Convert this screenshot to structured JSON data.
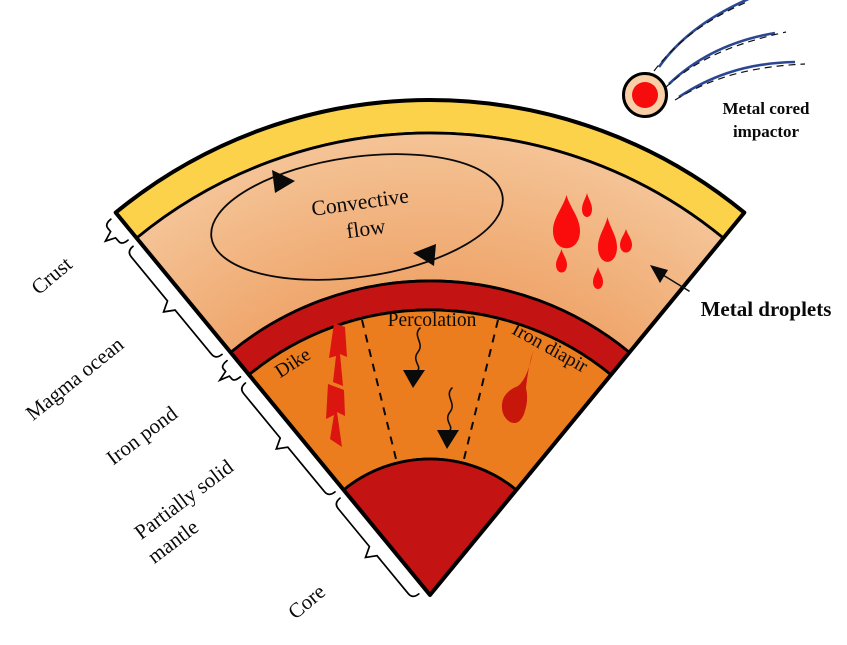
{
  "layers": {
    "crust": "Crust",
    "magma_ocean": "Magma ocean",
    "iron_pond": "Iron pond",
    "partially_solid_line1": "Partially solid",
    "partially_solid_line2": "mantle",
    "core": "Core"
  },
  "processes": {
    "dike": "Dike",
    "percolation": "Percolation",
    "iron_diapir": "Iron diapir"
  },
  "annotations": {
    "convective_line1": "Convective",
    "convective_line2": "flow",
    "metal_droplets": "Metal droplets",
    "impactor_line1": "Metal cored",
    "impactor_line2": "impactor"
  },
  "colors": {
    "crust_yellow": "#FBD24A",
    "magma_outer": "#F5C79B",
    "magma_inner": "#EEA165",
    "iron_pond_red": "#C31312",
    "mantle_orange": "#EC7D1E",
    "core_red": "#C31312",
    "droplet_red": "#FA0C0C",
    "bolt_red": "#DB1510",
    "diapir_red": "#C7170B",
    "impactor_body": "#F8CFA6",
    "impactor_core": "#F60C0C",
    "trail_blue": "#2B4793",
    "outline_black": "#000000"
  }
}
